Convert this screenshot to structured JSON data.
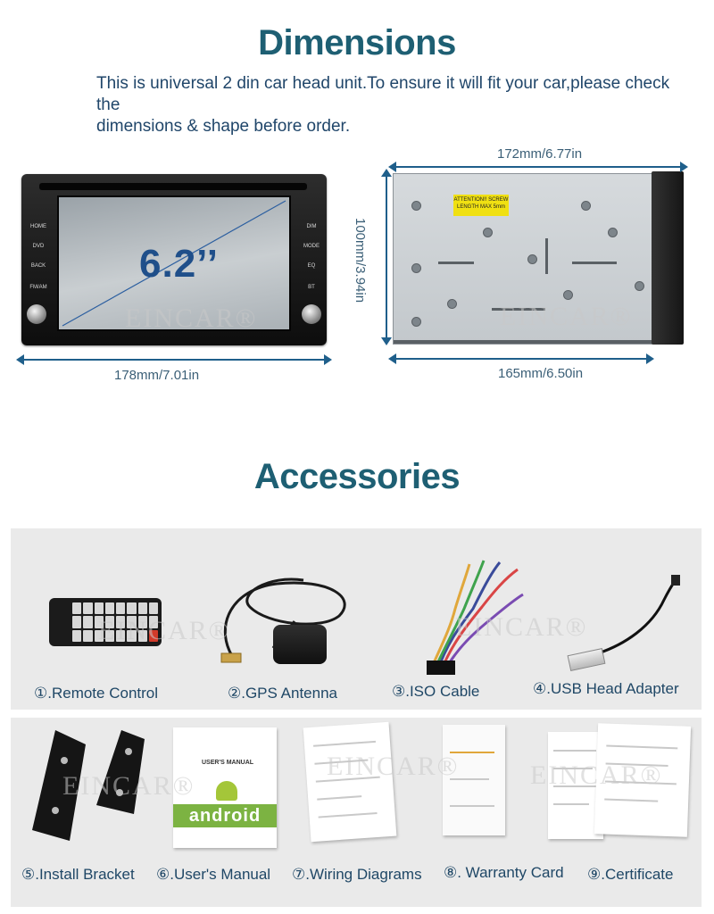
{
  "dimensions": {
    "title": "Dimensions",
    "intro_line1": "This is universal 2 din car head unit.To ensure it will fit your car,please check the",
    "intro_line2": "dimensions & shape before order.",
    "front_width": "178mm/7.01in",
    "chassis_depth_top": "172mm/6.77in",
    "chassis_depth_bottom": "165mm/6.50in",
    "height": "100mm/3.94in",
    "screen_size": "6.2’’",
    "watermark": "EINCAR®",
    "buttons_left": [
      "HOME",
      "DVD",
      "BACK",
      "FM/AM"
    ],
    "buttons_right": [
      "DIM",
      "MODE",
      "EQ",
      "BT"
    ],
    "warning_label": "ATTENTION!! SCREW LENGTH MAX 5mm"
  },
  "accessories": {
    "title": "Accessories",
    "items_top": [
      "①.Remote Control",
      "②.GPS Antenna",
      "③.ISO Cable",
      "④.USB Head Adapter"
    ],
    "items_bottom": [
      "⑤.Install Bracket",
      "⑥.User's Manual",
      "⑦.Wiring Diagrams",
      "⑧. Warranty Card",
      "⑨.Certificate"
    ],
    "manual_title": "USER'S MANUAL",
    "manual_band": "android",
    "watermark": "EINCAR®"
  },
  "colors": {
    "heading": "#1e5f73",
    "text": "#20466a",
    "arrow": "#1f5f8b",
    "panel": "#eaeaea"
  }
}
